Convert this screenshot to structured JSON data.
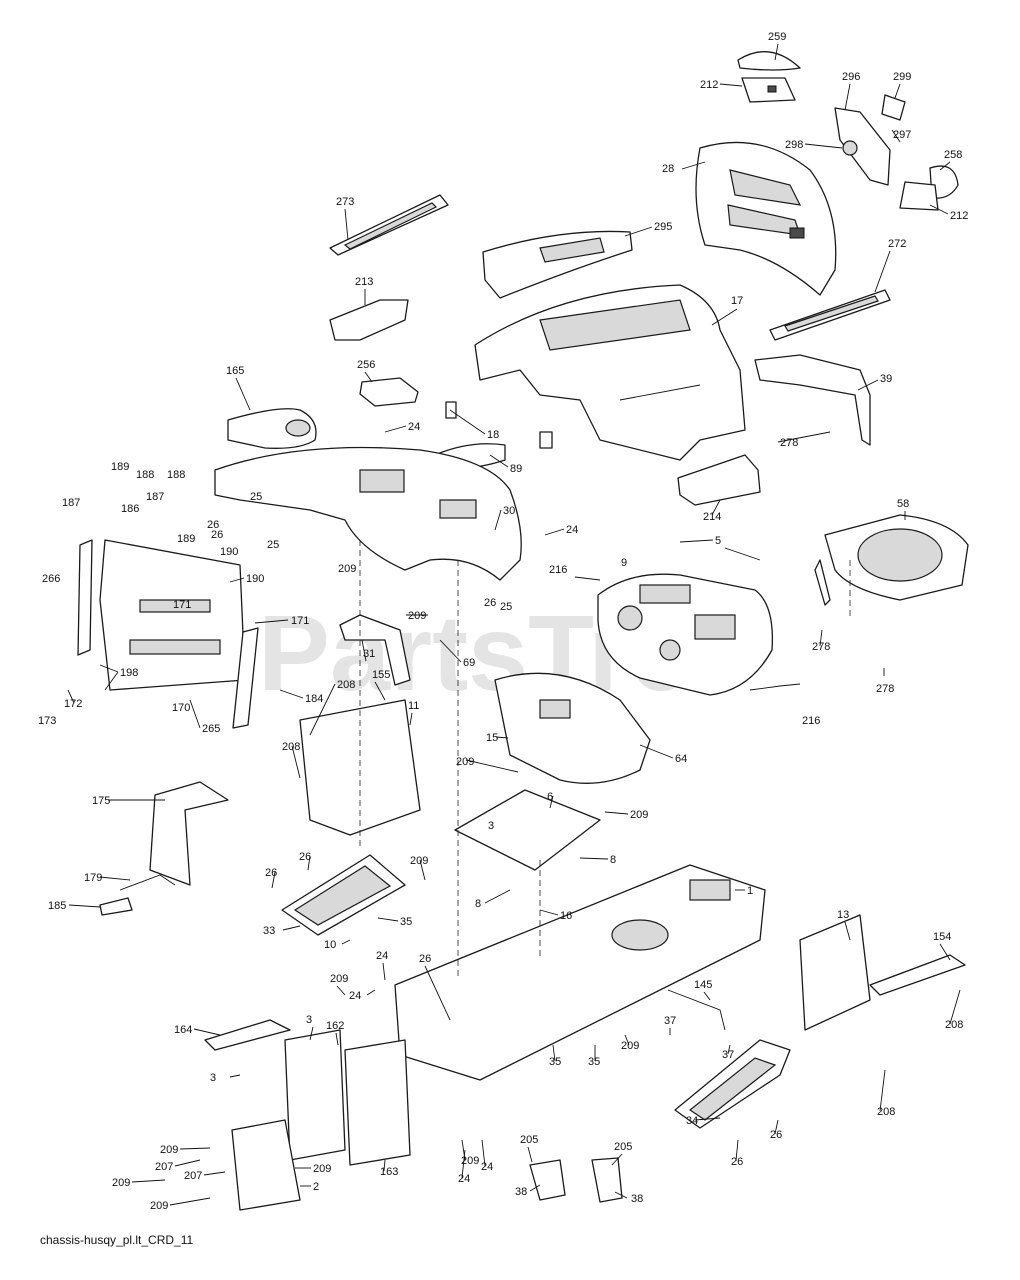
{
  "watermark": "PartsTree",
  "caption": "chassis-husqy_pl.lt_CRD_11",
  "callouts": [
    "259",
    "212",
    "296",
    "299",
    "298",
    "297",
    "28",
    "258",
    "212",
    "273",
    "295",
    "272",
    "17",
    "213",
    "39",
    "256",
    "165",
    "18",
    "89",
    "278",
    "24",
    "214",
    "58",
    "189",
    "188",
    "188",
    "187",
    "187",
    "186",
    "189",
    "25",
    "26",
    "26",
    "25",
    "30",
    "24",
    "5",
    "216",
    "9",
    "190",
    "190",
    "171",
    "171",
    "209",
    "266",
    "209",
    "26",
    "25",
    "69",
    "278",
    "278",
    "31",
    "198",
    "184",
    "172",
    "173",
    "170",
    "265",
    "208",
    "155",
    "11",
    "208",
    "15",
    "64",
    "216",
    "209",
    "6",
    "175",
    "209",
    "3",
    "26",
    "8",
    "26",
    "209",
    "179",
    "185",
    "35",
    "8",
    "16",
    "33",
    "10",
    "1",
    "13",
    "154",
    "24",
    "26",
    "209",
    "24",
    "145",
    "164",
    "3",
    "162",
    "37",
    "209",
    "35",
    "35",
    "37",
    "3",
    "209",
    "208",
    "26",
    "208",
    "34",
    "209",
    "207",
    "209",
    "207",
    "209",
    "163",
    "24",
    "209",
    "24",
    "205",
    "205",
    "2",
    "26",
    "38",
    "38"
  ]
}
